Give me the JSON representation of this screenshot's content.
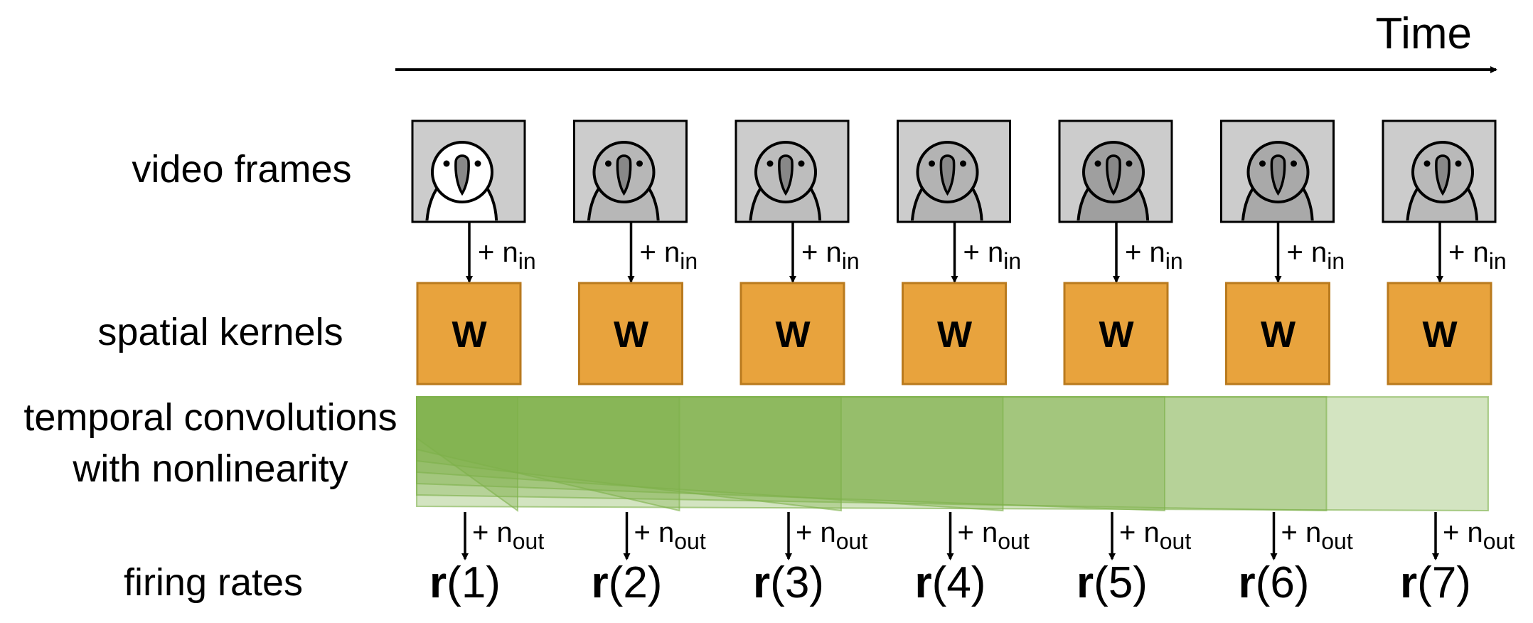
{
  "time_label": "Time",
  "rows": {
    "video_frames": "video frames",
    "spatial_kernels": "spatial kernels",
    "temporal_line1": "temporal convolutions",
    "temporal_line2": "with nonlinearity",
    "firing_rates": "firing rates"
  },
  "kernel_label": "W",
  "noise_in": {
    "prefix": "+ n",
    "sub": "in"
  },
  "noise_out": {
    "prefix": "+ n",
    "sub": "out"
  },
  "rates": [
    {
      "bold": "r",
      "index": "(1)"
    },
    {
      "bold": "r",
      "index": "(2)"
    },
    {
      "bold": "r",
      "index": "(3)"
    },
    {
      "bold": "r",
      "index": "(4)"
    },
    {
      "bold": "r",
      "index": "(5)"
    },
    {
      "bold": "r",
      "index": "(6)"
    },
    {
      "bold": "r",
      "index": "(7)"
    }
  ],
  "frame_shades": [
    "#ffffff",
    "#b7b7b7",
    "#bdbdbd",
    "#b3b3b3",
    "#9f9f9f",
    "#a9a9a9",
    "#b9b9b9"
  ],
  "colors": {
    "frame_bg": "#cccccc",
    "kernel_fill": "#e8a33d",
    "kernel_stroke": "#b97a1e",
    "temporal_green": "#7db04a",
    "arrow": "#000000"
  }
}
